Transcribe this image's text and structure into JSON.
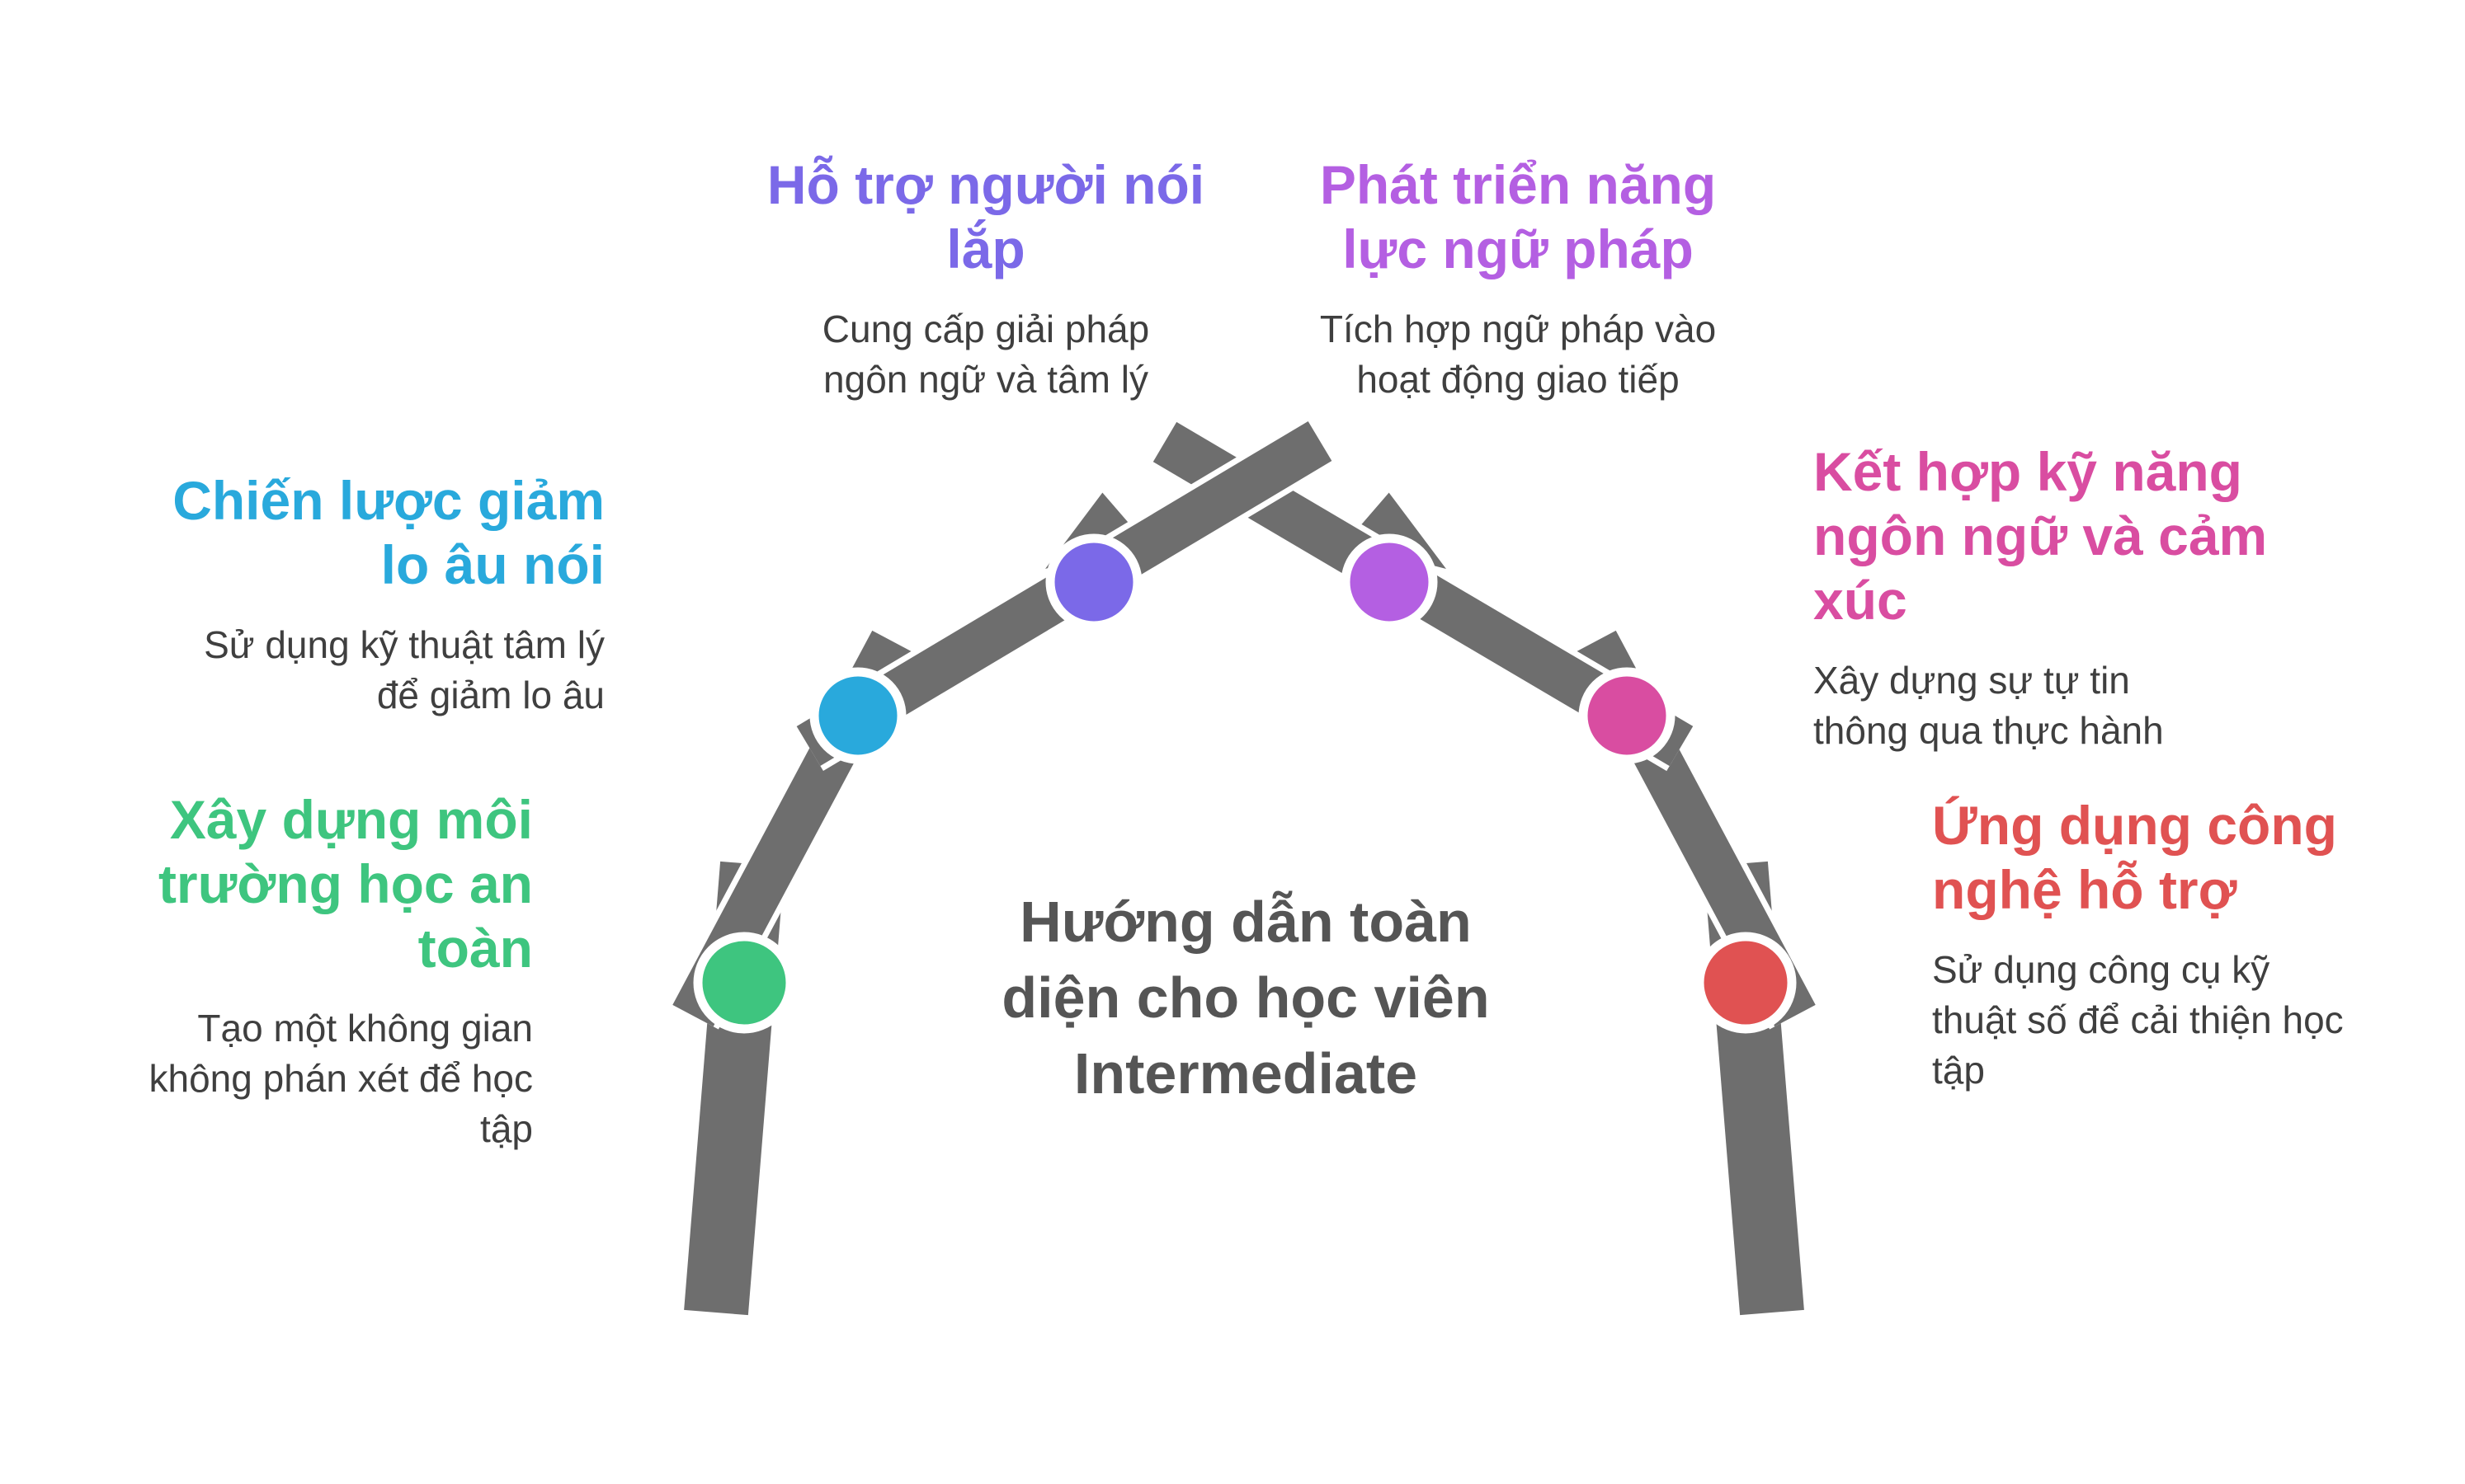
{
  "diagram": {
    "type": "arch-infographic",
    "arch_color": "#6E6E6E",
    "center_title": {
      "text": "Hướng dẫn toàn diện cho học viên Intermediate",
      "lines": [
        "Hướng dẫn toàn",
        "diện cho học viên",
        "Intermediate"
      ],
      "color": "#555555"
    },
    "items": [
      {
        "heading": {
          "text": "Xây dựng môi trường học an toàn",
          "lines": [
            "Xây dựng môi",
            "trường học an",
            "toàn"
          ]
        },
        "description": {
          "text": "Tạo một không gian không phán xét để học tập",
          "lines": [
            "Tạo một không gian",
            "không phán xét để học",
            "tập"
          ]
        },
        "color": "#3EC57F"
      },
      {
        "heading": {
          "text": "Chiến lược giảm lo âu nói",
          "lines": [
            "Chiến lược giảm",
            "lo âu nói"
          ]
        },
        "description": {
          "text": "Sử dụng kỹ thuật tâm lý để giảm lo âu",
          "lines": [
            "Sử dụng kỹ thuật tâm lý",
            "để giảm lo âu"
          ]
        },
        "color": "#29A9DC"
      },
      {
        "heading": {
          "text": "Hỗ trợ người nói lắp",
          "lines": [
            "Hỗ trợ người nói",
            "lắp"
          ]
        },
        "description": {
          "text": "Cung cấp giải pháp ngôn ngữ và tâm lý",
          "lines": [
            "Cung cấp giải pháp",
            "ngôn ngữ và tâm lý"
          ]
        },
        "color": "#7B69E8"
      },
      {
        "heading": {
          "text": "Phát triển năng lực ngữ pháp",
          "lines": [
            "Phát triển năng",
            "lực ngữ pháp"
          ]
        },
        "description": {
          "text": "Tích hợp ngữ pháp vào hoạt động giao tiếp",
          "lines": [
            "Tích hợp ngữ pháp vào",
            "hoạt động giao tiếp"
          ]
        },
        "color": "#B45FE2"
      },
      {
        "heading": {
          "text": "Kết hợp kỹ năng ngôn ngữ và cảm xúc",
          "lines": [
            "Kết hợp kỹ năng",
            "ngôn ngữ và cảm",
            "xúc"
          ]
        },
        "description": {
          "text": "Xây dựng sự tự tin thông qua thực hành",
          "lines": [
            "Xây dựng sự tự tin",
            "thông qua thực hành"
          ]
        },
        "color": "#D94DA1"
      },
      {
        "heading": {
          "text": "Ứng dụng công nghệ hỗ trợ",
          "lines": [
            "Ứng dụng công",
            "nghệ hỗ trợ"
          ]
        },
        "description": {
          "text": "Sử dụng công cụ kỹ thuật số để cải thiện học tập",
          "lines": [
            "Sử dụng công cụ kỹ",
            "thuật số để cải thiện học",
            "tập"
          ]
        },
        "color": "#E05252"
      }
    ]
  }
}
